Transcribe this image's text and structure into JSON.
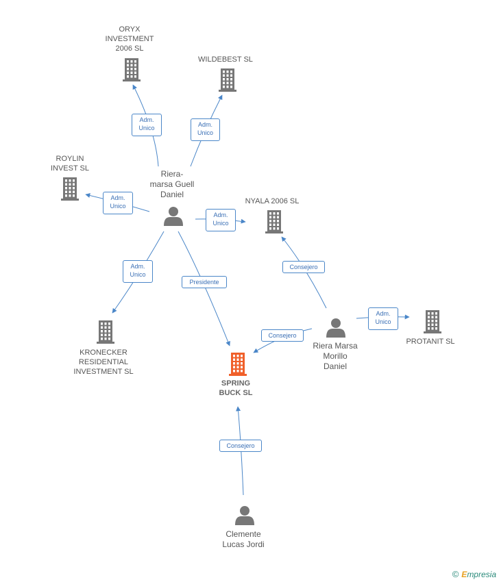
{
  "nodes": [
    {
      "id": "oryx",
      "label": "ORYX\nINVESTMENT\n2006 SL",
      "kind": "company"
    },
    {
      "id": "wildebest",
      "label": "WILDEBEST SL",
      "kind": "company"
    },
    {
      "id": "roylin",
      "label": "ROYLIN\nINVEST SL",
      "kind": "company"
    },
    {
      "id": "nyala",
      "label": "NYALA 2006 SL",
      "kind": "company"
    },
    {
      "id": "kronecker",
      "label": "KRONECKER\nRESIDENTIAL\nINVESTMENT SL",
      "kind": "company"
    },
    {
      "id": "spring",
      "label": "SPRING\nBUCK SL",
      "kind": "focus"
    },
    {
      "id": "protanit",
      "label": "PROTANIT SL",
      "kind": "company"
    },
    {
      "id": "riera_guell",
      "label": "Riera-\nmarsa Guell\nDaniel",
      "kind": "person"
    },
    {
      "id": "riera_morillo",
      "label": "Riera Marsa\nMorillo\nDaniel",
      "kind": "person"
    },
    {
      "id": "clemente",
      "label": "Clemente\nLucas Jordi",
      "kind": "person"
    }
  ],
  "edges": [
    {
      "id": "e1",
      "from": "riera_guell",
      "to": "oryx",
      "label": "Adm.\nUnico"
    },
    {
      "id": "e2",
      "from": "riera_guell",
      "to": "wildebest",
      "label": "Adm.\nUnico"
    },
    {
      "id": "e3",
      "from": "riera_guell",
      "to": "roylin",
      "label": "Adm.\nUnico"
    },
    {
      "id": "e4",
      "from": "riera_guell",
      "to": "nyala",
      "label": "Adm.\nUnico"
    },
    {
      "id": "e5",
      "from": "riera_guell",
      "to": "kronecker",
      "label": "Adm.\nUnico"
    },
    {
      "id": "e6",
      "from": "riera_guell",
      "to": "spring",
      "label": "Presidente"
    },
    {
      "id": "e7",
      "from": "riera_morillo",
      "to": "nyala",
      "label": "Consejero"
    },
    {
      "id": "e8",
      "from": "riera_morillo",
      "to": "protanit",
      "label": "Adm.\nUnico"
    },
    {
      "id": "e9",
      "from": "riera_morillo",
      "to": "spring",
      "label": "Consejero"
    },
    {
      "id": "e10",
      "from": "clemente",
      "to": "spring",
      "label": "Consejero"
    }
  ],
  "colors": {
    "edge": "#4a86c8",
    "company_icon": "#777777",
    "focus_icon": "#f0602a",
    "person_icon": "#777777"
  },
  "icons": {
    "company": "building-icon",
    "person": "person-icon"
  },
  "brand": {
    "copyright": "©",
    "first_letter": "E",
    "rest": "mpresia"
  }
}
